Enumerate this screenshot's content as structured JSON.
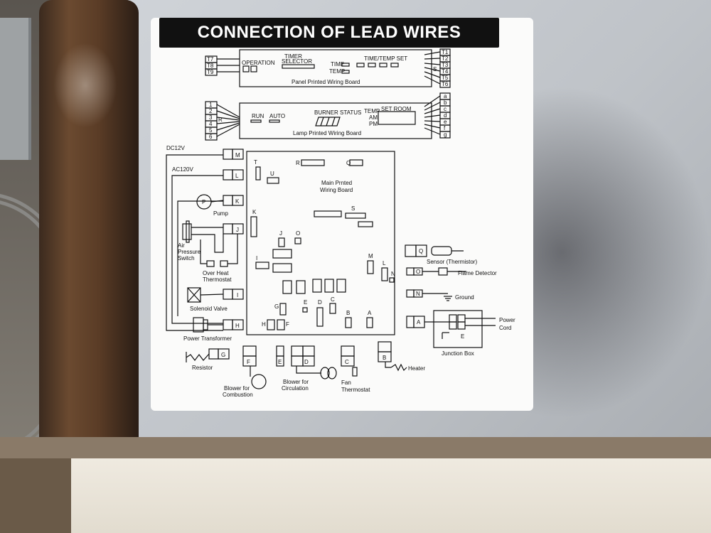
{
  "title": "CONNECTION OF LEAD WIRES",
  "panel_board": {
    "name": "Panel Printed Wiring Board",
    "labels": [
      "OPERATION",
      "TIMER",
      "SELECTOR",
      "TIME",
      "TEMP",
      "TIME/TEMP SET"
    ],
    "left_terminals": [
      "T7",
      "T8",
      "T9"
    ],
    "right_terminals": [
      "T1",
      "T2",
      "T3",
      "T4",
      "T5",
      "T6"
    ],
    "connector": "S"
  },
  "lamp_board": {
    "name": "Lamp Printed Wiring Board",
    "labels": [
      "RUN",
      "AUTO",
      "BURNER STATUS",
      "TEMP",
      "AM",
      "PM",
      "SET ROOM"
    ],
    "left_terminals": [
      "1",
      "2",
      "3",
      "4",
      "5",
      "6"
    ],
    "right_terminals": [
      "a",
      "b",
      "c",
      "d",
      "e",
      "f",
      "g"
    ],
    "connector": "R"
  },
  "main_board": {
    "name_line1": "Main Prnted",
    "name_line2": "Wiring Board",
    "connectors": [
      "T",
      "U",
      "R",
      "Q",
      "S",
      "K",
      "J",
      "O",
      "I",
      "M",
      "L",
      "N",
      "G",
      "E",
      "D",
      "C",
      "B",
      "A",
      "H",
      "F"
    ]
  },
  "supply": [
    "DC12V",
    "AC120V"
  ],
  "left_components": [
    {
      "letter": "M",
      "label": ""
    },
    {
      "letter": "L",
      "label": ""
    },
    {
      "letter": "K",
      "label": "Pump"
    },
    {
      "letter": "J",
      "label": "Air Pressure Switch"
    },
    {
      "letter": "",
      "label": "Over Heat Thermostat"
    },
    {
      "letter": "I",
      "label": "Solenoid Valve"
    },
    {
      "letter": "H",
      "label": "Power Transformer"
    },
    {
      "letter": "G",
      "label": "Resistor"
    }
  ],
  "pump_symbol": "P",
  "air_pressure_lines": [
    "Air",
    "Pressure",
    "Switch"
  ],
  "overheat_lines": [
    "Over Heat",
    "Thermostat"
  ],
  "right_components": [
    {
      "letter": "Q",
      "label": "Sensor (Thermistor)"
    },
    {
      "letter": "O",
      "label": "Flame Detector"
    },
    {
      "letter": "N",
      "label": "Ground"
    },
    {
      "letter": "A",
      "label": "Junction Box"
    }
  ],
  "power_cord": [
    "Power",
    "Cord"
  ],
  "junction_e": "E",
  "bottom_components": [
    {
      "letter": "F",
      "label_lines": [
        "Blower for",
        "Combustion"
      ]
    },
    {
      "letter": "E",
      "label_lines": []
    },
    {
      "letter": "D",
      "label_lines": [
        "Blower for",
        "Circulation"
      ]
    },
    {
      "letter": "C",
      "label_lines": [
        "Fan",
        "Thermostat"
      ]
    },
    {
      "letter": "B",
      "label_lines": [
        "Heater"
      ]
    }
  ]
}
